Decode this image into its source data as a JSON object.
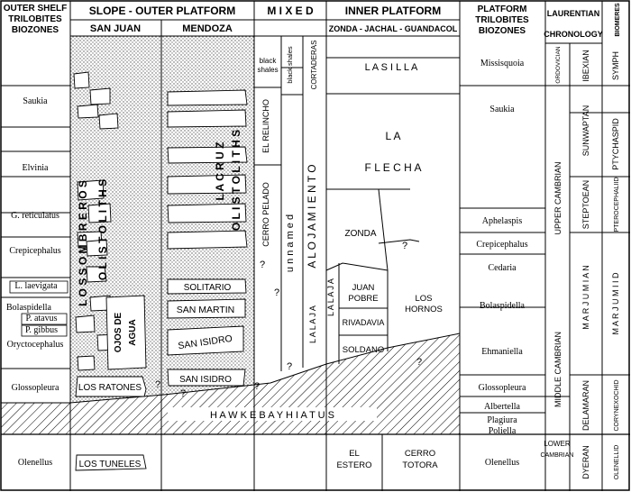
{
  "headers": {
    "outer_shelf_biozones": [
      "OUTER SHELF",
      "TRILOBITES",
      "BIOZONES"
    ],
    "slope_outer_platform": "SLOPE - OUTER PLATFORM",
    "mixed": "M I X E D",
    "inner_platform": "INNER PLATFORM",
    "platform_biozones": [
      "PLATFORM",
      "TRILOBITES",
      "BIOZONES"
    ],
    "laurentian": "LAURENTIAN",
    "chronology": "CHRONOLOGY",
    "biomeres": "BIOMERES",
    "san_juan": "SAN JUAN",
    "mendoza": "MENDOZA",
    "zonda_jachal_guandacol": "ZONDA - JACHAL - GUANDACOL"
  },
  "outer_zones": [
    "Saukia",
    "Elvinia",
    "G. reticulatus",
    "Crepicephalus",
    "L. laevigata",
    "Bolaspidella",
    "P. atavus",
    "P. gibbus",
    "Oryctocephalus",
    "Glossopleura",
    "Olenellus"
  ],
  "platform_zones": [
    "Missisquoia",
    "Saukia",
    "Aphelaspis",
    "Crepicephalus",
    "Cedaria",
    "Bolaspidella",
    "Ehmaniella",
    "Glossopleura",
    "Albertella",
    "Plagiura",
    "Poliella",
    "Olenellus"
  ],
  "epochs": [
    "ORDOVICIAN",
    "UPPER CAMBRIAN",
    "MIDDLE CAMBRIAN",
    "LOWER",
    "CAMBRIAN"
  ],
  "stages": [
    "IBEXIAN",
    "SUNWAPTAN",
    "STEPTOEAN",
    "M A R J U M I A N",
    "DELAMARAN",
    "DYERAN"
  ],
  "biomeres": [
    "SYMPH",
    "PTYCHASPID",
    "PTEROCEPHALIID",
    "M A R J U M I I D",
    "CORYNEXOCHID",
    "OLENELLID"
  ],
  "formations": {
    "los_sombreros": "L O S   S O M B R E R O S",
    "olistoliths_a": "O L I S T O L I T H S",
    "la_cruz": "L A   C R U Z",
    "olistoliths_b": "O L I S T O L I T H S",
    "ojos_de_agua": [
      "OJOS DE",
      "AGUA"
    ],
    "los_ratones": "LOS RATONES",
    "los_tuneles": "LOS TUNELES",
    "solitario": "SOLITARIO",
    "san_martin": "SAN MARTIN",
    "san_isidro_1": "SAN ISIDRO",
    "san_isidro_2": "SAN ISIDRO",
    "black_shales_1": [
      "black",
      "shales"
    ],
    "black_shales_2": "black shales",
    "cortaderas": "CORTADERAS",
    "el_relincho": "EL RELINCHO",
    "cerro_pelado": "CERRO PELADO",
    "unnamed": "u n n a m e d",
    "alojamiento": "A L O J A M I E N T O",
    "la_laja_upper": "L A   L A J A",
    "la_laja_lower": "L A   L A J A",
    "la_silla": "L A   S I L L A",
    "la_flecha": [
      "L A",
      "F L E C H A"
    ],
    "zonda": "ZONDA",
    "juan_pobre": [
      "JUAN",
      "POBRE"
    ],
    "rivadavia": "RIVADAVIA",
    "soldano": "SOLDANO",
    "los_hornos": [
      "LOS",
      "HORNOS"
    ],
    "el_estero": [
      "EL",
      "ESTERO"
    ],
    "cerro_totora": [
      "CERRO",
      "TOTORA"
    ],
    "hiatus": "H A W K E   B A Y   H I A T U S"
  },
  "question_mark": "?"
}
